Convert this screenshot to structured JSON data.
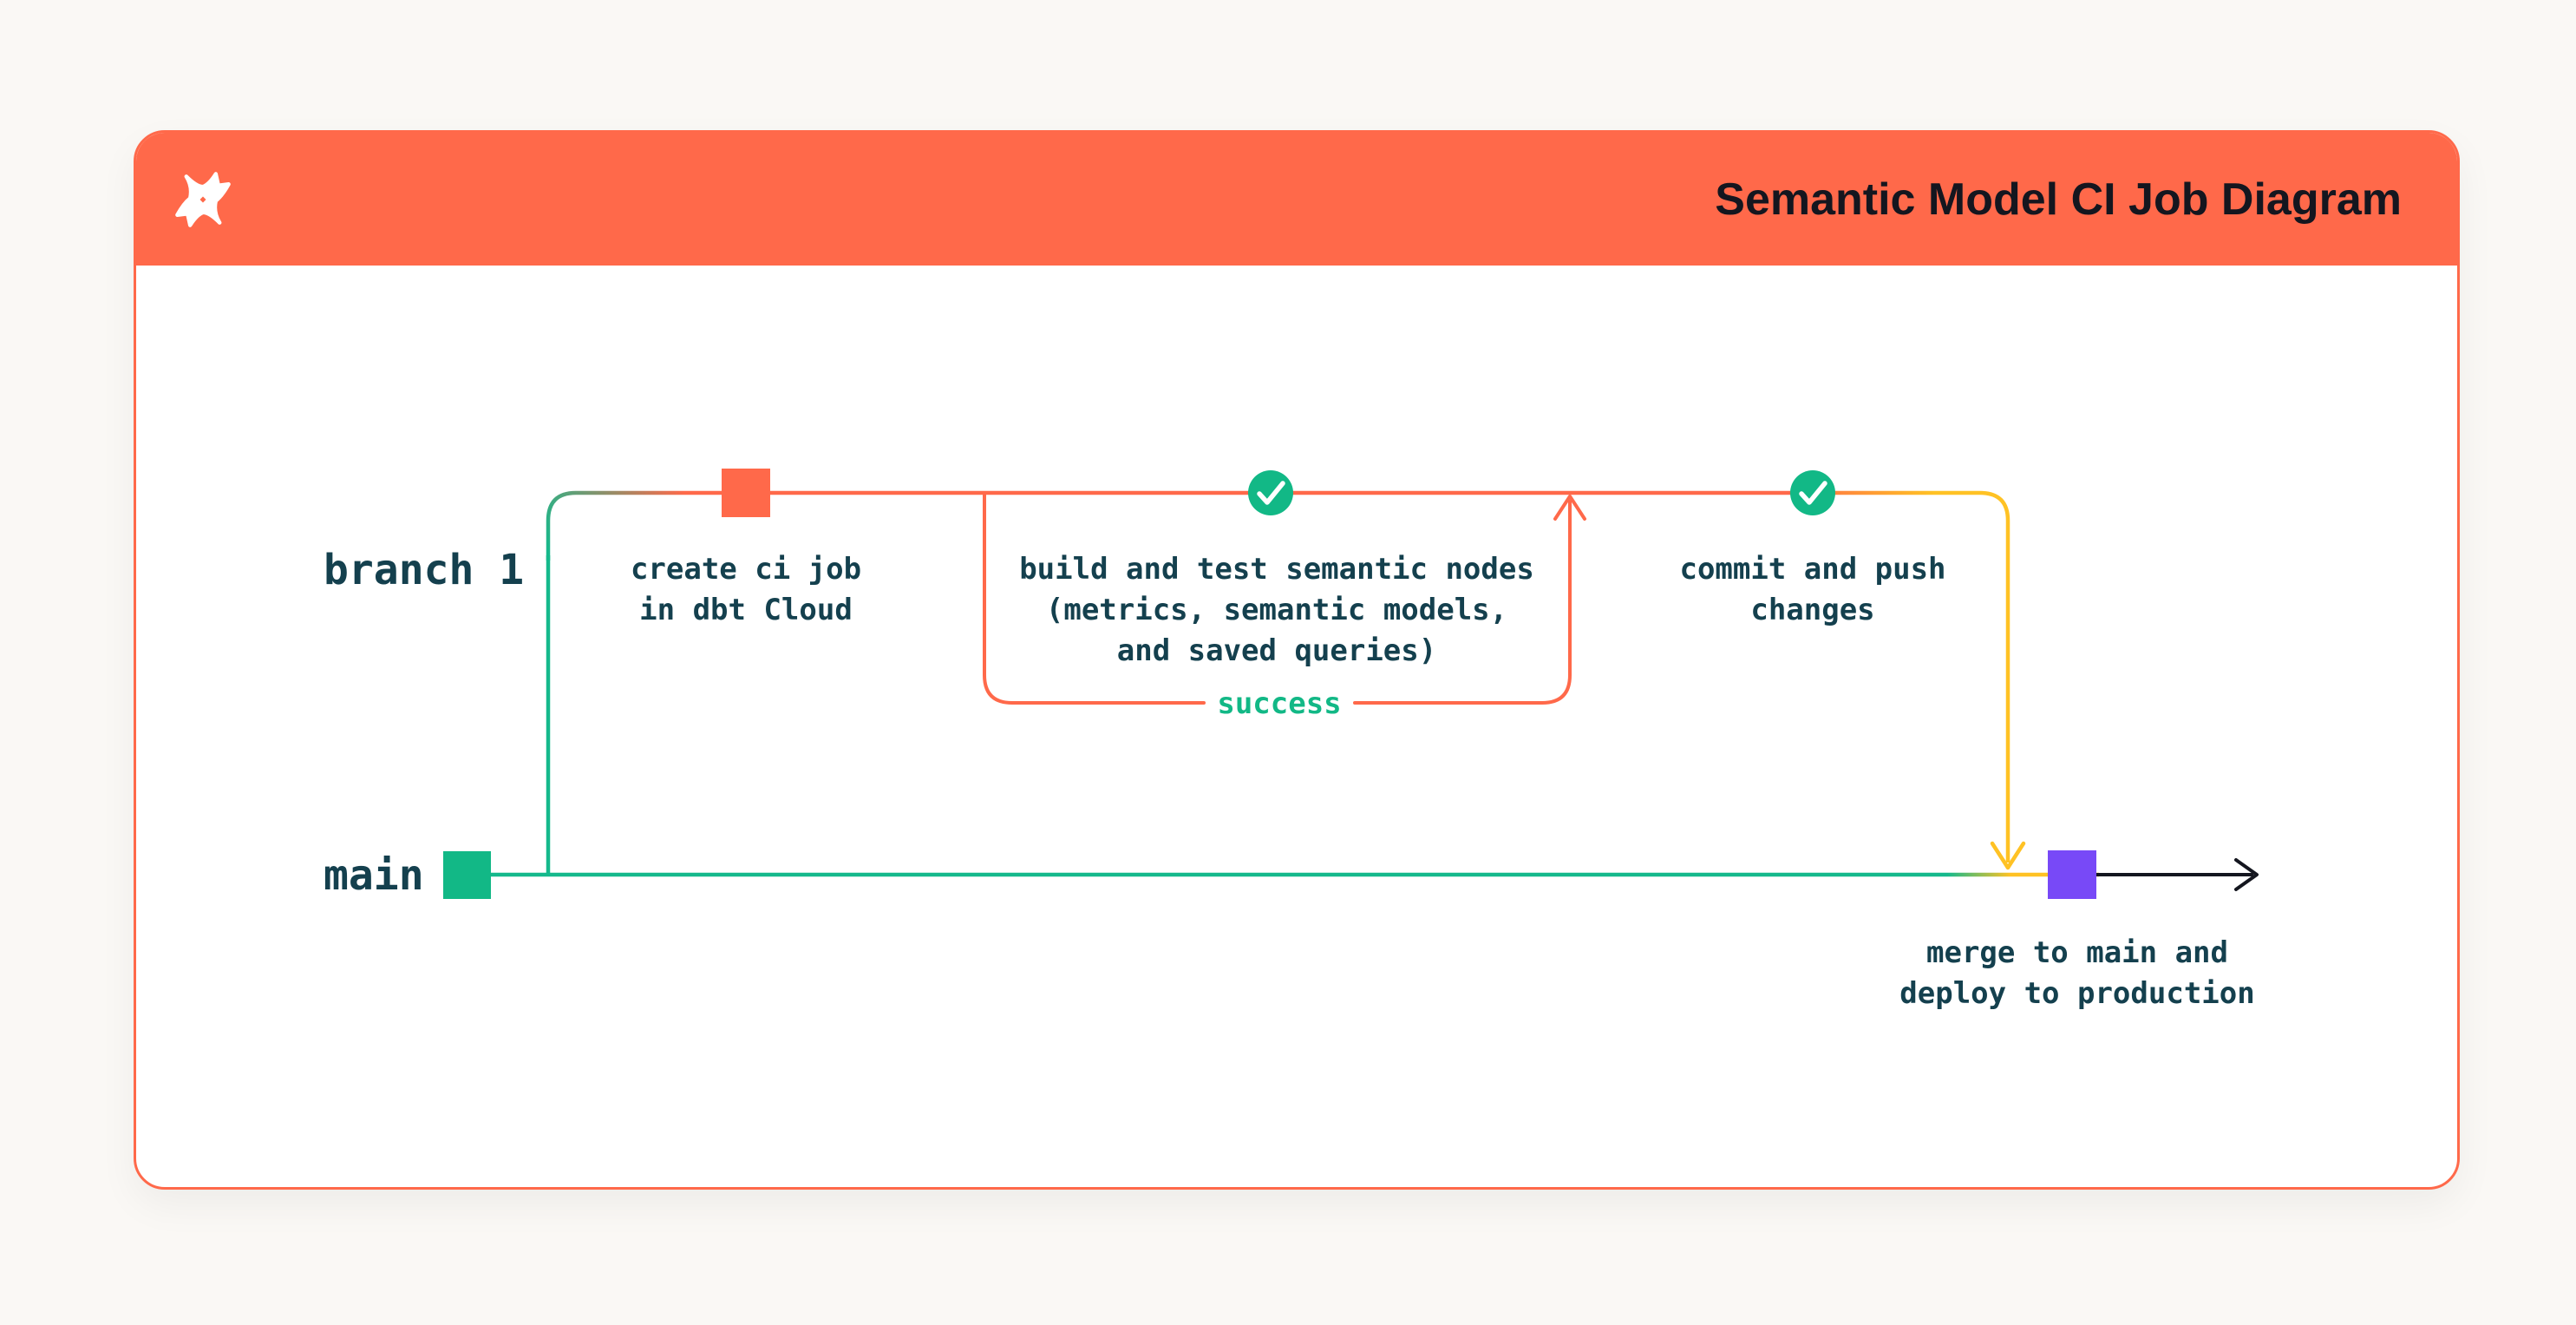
{
  "page": {
    "background": "#FAF8F5"
  },
  "header": {
    "title": "Semantic Model CI Job Diagram",
    "logo_icon": "dbt-logo",
    "background": "#FF694A"
  },
  "diagram": {
    "branch_label": "branch 1",
    "main_label": "main",
    "create_node": {
      "line1": "create ci job",
      "line2": "in dbt Cloud"
    },
    "build_node": {
      "line1": "build and test semantic nodes",
      "line2": "(metrics, semantic models,",
      "line3": "and saved queries)"
    },
    "success_label": "success",
    "commit_node": {
      "line1": "commit and push",
      "line2": "changes"
    },
    "merge_node": {
      "line1": "merge to main and",
      "line2": "deploy to production"
    },
    "colors": {
      "orange": "#FF694A",
      "green": "#12B886",
      "line_green": "#15B98C",
      "yellow": "#FFC224",
      "purple": "#7849F7",
      "text_dark_teal": "#14404E",
      "title_ink": "#14161F",
      "arrow_black": "#14161F",
      "white": "#FFFFFF"
    }
  }
}
